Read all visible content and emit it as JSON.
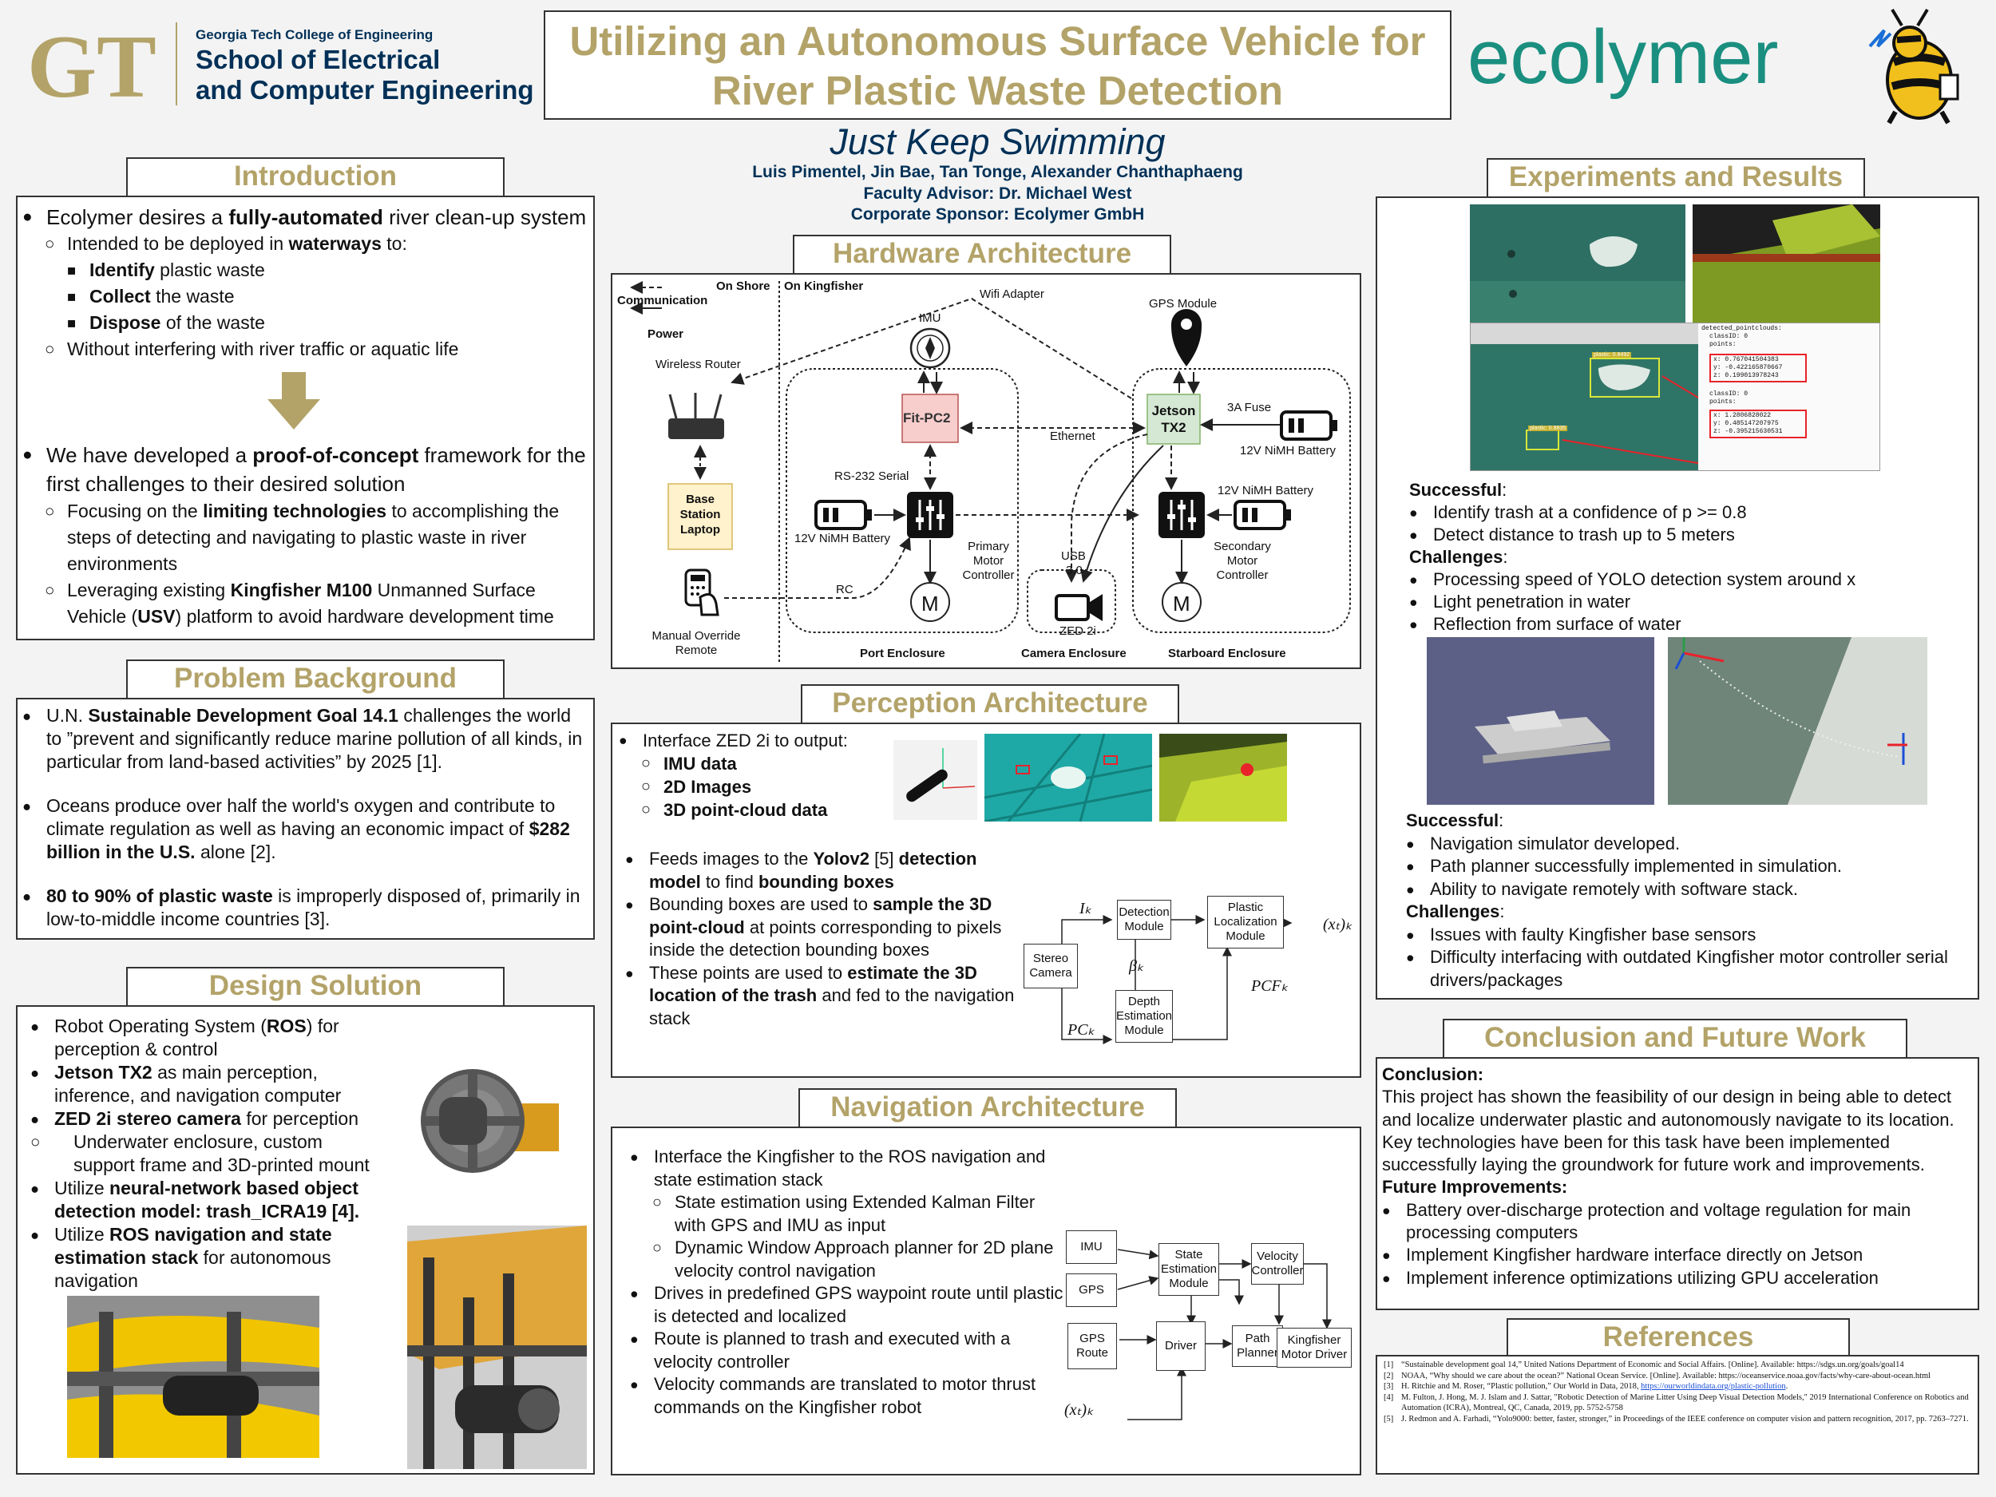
{
  "header": {
    "gt_logo": "GT",
    "dept_line1": "Georgia Tech College of Engineering",
    "dept_line2": "School of Electrical",
    "dept_line3": "and Computer Engineering",
    "title_line1": "Utilizing an Autonomous Surface Vehicle for",
    "title_line2": "River Plastic Waste Detection",
    "brand": "ecolymer",
    "subtitle": "Just Keep Swimming",
    "authors": "Luis Pimentel, Jin Bae, Tan Tonge, Alexander Chanthaphaeng",
    "advisor": "Faculty Advisor: Dr. Michael West",
    "sponsor": "Corporate Sponsor: Ecolymer GmbH"
  },
  "intro": {
    "heading": "Introduction",
    "i1a": "Ecolymer desires a ",
    "i1b": "fully-automated",
    "i1c": " river clean-up system",
    "i2a": "Intended to be deployed in ",
    "i2b": "waterways",
    "i2c": " to:",
    "i3b": "Identify",
    "i3c": " plastic waste",
    "i4b": "Collect",
    "i4c": " the waste",
    "i5b": "Dispose",
    "i5c": " of the waste",
    "i6": "Without interfering with river traffic or aquatic life",
    "i7a": "We have developed a ",
    "i7b": "proof-of-concept",
    "i7c": " framework for the first challenges to their desired solution",
    "i8a": "Focusing on the ",
    "i8b": "limiting technologies",
    "i8c": " to accomplishing the steps of detecting and navigating to plastic waste in river environments",
    "i9a": "Leveraging existing ",
    "i9b": "Kingfisher M100",
    "i9c": " Unmanned Surface Vehicle (",
    "i9d": "USV",
    "i9e": ") platform to avoid hardware development time"
  },
  "problem": {
    "heading": "Problem Background",
    "p1a": "U.N. ",
    "p1b": "Sustainable Development Goal 14.1",
    "p1c": " challenges the world to ”prevent and significantly reduce marine pollution of all kinds, in particular from land-based activities” by 2025 [1].",
    "p2a": "Oceans produce over half the world's oxygen and contribute to climate regulation as well as having an economic impact of ",
    "p2b": "$282 billion in the U.S.",
    "p2c": " alone [2].",
    "p3b": "80 to 90% of plastic waste",
    "p3c": " is improperly disposed of, primarily in low-to-middle income countries [3]."
  },
  "design": {
    "heading": "Design Solution",
    "d1a": "Robot Operating System (",
    "d1b": "ROS",
    "d1c": ") for perception & control",
    "d2b": "Jetson TX2",
    "d2c": " as main perception, inference, and navigation computer",
    "d3b": "ZED 2i stereo camera",
    "d3c": " for perception",
    "d4": "Underwater enclosure, custom support frame and 3D-printed mount",
    "d5a": "Utilize ",
    "d5b": "neural-network based object detection model: trash_ICRA19",
    "d5c": " [4].",
    "d6a": "Utilize ",
    "d6b": "ROS navigation and state estimation stack",
    "d6c": " for autonomous navigation"
  },
  "hardware": {
    "heading": "Hardware Architecture",
    "legend_comm": "Communication",
    "legend_power": "Power",
    "on_shore": "On Shore",
    "on_kingfisher": "On Kingfisher",
    "wifi": "Wifi Adapter",
    "imu": "IMU",
    "gps": "GPS Module",
    "router": "Wireless Router",
    "fitpc": "Fit-PC2",
    "jetson1": "Jetson",
    "jetson2": "TX2",
    "fuse": "3A Fuse",
    "ethernet": "Ethernet",
    "batt_jetson": "12V NiMH Battery",
    "base1": "Base",
    "base2": "Station",
    "base3": "Laptop",
    "rs232": "RS-232 Serial",
    "batt_port": "12V NiMH Battery",
    "batt_star": "12V NiMH Battery",
    "pmc1": "Primary",
    "pmc2": "Motor",
    "pmc3": "Controller",
    "smc1": "Secondary",
    "smc2": "Motor",
    "smc3": "Controller",
    "usb1": "USB",
    "usb2": "3.0",
    "rc": "RC",
    "motor": "M",
    "zed": "ZED 2i",
    "remote1": "Manual Override",
    "remote2": "Remote",
    "port_enc": "Port Enclosure",
    "cam_enc": "Camera Enclosure",
    "star_enc": "Starboard Enclosure"
  },
  "perception": {
    "heading": "Perception Architecture",
    "c1": "Interface ZED 2i to output:",
    "c2": "IMU data",
    "c3": "2D Images",
    "c4": "3D point-cloud data",
    "c5a": "Feeds images to the ",
    "c5b": "Yolov2",
    "c5c": " [5] ",
    "c5d": "detection model",
    "c5e": " to find ",
    "c5f": "bounding boxes",
    "c6a": "Bounding boxes are used to ",
    "c6b": "sample the 3D point-cloud",
    "c6c": " at points corresponding to pixels inside the detection bounding boxes",
    "c7a": "These points are used to ",
    "c7b": "estimate the 3D location of the trash",
    "c7c": " and fed to the navigation stack",
    "diag_stereo": "Stereo Camera",
    "diag_detect": "Detection Module",
    "diag_plastic": "Plastic Localization Module",
    "diag_depth": "Depth Estimation Module",
    "diag_ik": "Iₖ",
    "diag_beta": "βₖ",
    "diag_pcf": "PCFₖ",
    "diag_pc": "PCₖ",
    "diag_xt": "(xₜ)ₖ"
  },
  "navigation": {
    "heading": "Navigation Architecture",
    "n1": "Interface the Kingfisher to the ROS navigation and state estimation stack",
    "n2": "State estimation using Extended Kalman Filter with GPS and IMU as input",
    "n3": "Dynamic Window Approach planner for 2D plane velocity control navigation",
    "n4": "Drives in predefined GPS waypoint route until plastic is detected and localized",
    "n5": "Route is planned to trash and executed with a velocity controller",
    "n6": "Velocity commands are translated to motor thrust commands on the Kingfisher robot",
    "diag_imu": "IMU",
    "diag_gps": "GPS",
    "diag_state": "State Estimation Module",
    "diag_vel": "Velocity Controller",
    "diag_gpsroute": "GPS Route",
    "diag_driver": "Driver",
    "diag_path": "Path Planner",
    "diag_kf": "Kingfisher Motor Driver",
    "diag_xt": "(xₜ)ₖ"
  },
  "experiments": {
    "heading": "Experiments and Results",
    "screen_title": "detected_pointclouds:",
    "screen_class1": "classID: 0",
    "screen_points": "points:",
    "screen_x1": "x: 0.767041504383",
    "screen_y1": "y: -0.422165870667",
    "screen_z1": "z: 0.199013978243",
    "screen_class2": "classID: 0",
    "screen_x2": "x: 1.2806828022",
    "screen_y2": "y: 0.485147207975",
    "screen_z2": "z: -0.395215630531",
    "det1": "plastic: 0.8492",
    "det2": "plastic: 0.8835",
    "s1": "Successful",
    "s1a": "Identify trash at a confidence of p >= 0.8",
    "s1b": "Detect distance to trash up to 5 meters",
    "c1": "Challenges",
    "c1a": "Processing speed of YOLO detection system around x",
    "c1b": "Light penetration in water",
    "c1c": "Reflection from surface of water",
    "s2": "Successful",
    "s2a": "Navigation simulator developed.",
    "s2b": "Path planner successfully implemented in simulation.",
    "s2c": "Ability to navigate remotely with software stack.",
    "c2": "Challenges",
    "c2a": "Issues with faulty Kingfisher base sensors",
    "c2b": "Difficulty interfacing with outdated Kingfisher motor controller serial drivers/packages"
  },
  "conclusion": {
    "heading": "Conclusion and Future Work",
    "label": "Conclusion:",
    "text": "This project has shown the feasibility of our design in being able to detect and localize underwater plastic and autonomously navigate to its location. Key technologies have been for this task have been implemented successfully laying the groundwork for future work and improvements.",
    "future": "Future Improvements:",
    "f1": "Battery over-discharge protection and voltage regulation for main processing computers",
    "f2": "Implement Kingfisher hardware interface directly on Jetson",
    "f3": "Implement inference optimizations utilizing GPU acceleration"
  },
  "references": {
    "heading": "References",
    "r1n": "[1]",
    "r1": "“Sustainable development goal 14,” United Nations Department of Economic and Social Affairs. [Online]. Available: https://sdgs.un.org/goals/goal14",
    "r2n": "[2]",
    "r2": "NOAA, “Why should we care about the ocean?” National Ocean Service. [Online]. Available: https://oceanservice.noaa.gov/facts/why-care-about-ocean.html",
    "r3n": "[3]",
    "r3a": "H. Ritchie and M. Roser, “Plastic pollution,” Our World in Data, 2018, ",
    "r3link": "https://ourworldindata.org/plastic-pollution",
    "r3b": ".",
    "r4n": "[4]",
    "r4": "M. Fulton, J. Hong, M. J. Islam and J. Sattar, \"Robotic Detection of Marine Litter Using Deep Visual Detection Models,\" 2019 International Conference on Robotics and Automation (ICRA), Montreal, QC, Canada, 2019, pp. 5752-5758",
    "r5n": "[5]",
    "r5": "J. Redmon and A. Farhadi, “Yolo9000: better, faster, stronger,” in Proceedings of the IEEE conference on computer vision and pattern recognition, 2017, pp. 7263–7271."
  },
  "colors": {
    "gold": "#b3a369",
    "navy": "#003057",
    "teal": "#1a8f80",
    "accent_red": "#e8232a"
  }
}
